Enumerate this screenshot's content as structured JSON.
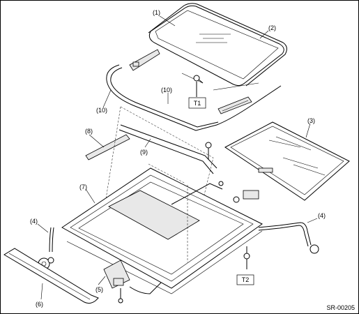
{
  "diagram": {
    "code": "SR-00205",
    "callouts": [
      {
        "id": "c1",
        "text": "(1)"
      },
      {
        "id": "c2",
        "text": "(2)"
      },
      {
        "id": "c3",
        "text": "(3)"
      },
      {
        "id": "c4a",
        "text": "(4)"
      },
      {
        "id": "c4b",
        "text": "(4)"
      },
      {
        "id": "c5",
        "text": "(5)"
      },
      {
        "id": "c6",
        "text": "(6)"
      },
      {
        "id": "c7",
        "text": "(7)"
      },
      {
        "id": "c8",
        "text": "(8)"
      },
      {
        "id": "c9",
        "text": "(9)"
      },
      {
        "id": "c10a",
        "text": "(10)"
      },
      {
        "id": "c10b",
        "text": "(10)"
      }
    ],
    "torque_boxes": [
      {
        "id": "t1",
        "text": "T1"
      },
      {
        "id": "t2",
        "text": "T2"
      }
    ]
  }
}
